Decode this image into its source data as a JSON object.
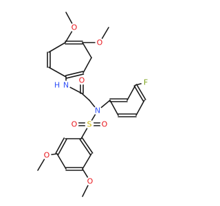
{
  "colors": {
    "bond": "#1a1a1a",
    "O": "#e8161c",
    "N": "#3050f8",
    "S": "#c8b400",
    "F": "#7ca31b",
    "H": "#3050f8"
  },
  "labels": {
    "o_top": "O",
    "o_top2": "O",
    "nh": "N",
    "nh_h": "H",
    "o_amide": "O",
    "n_sulf": "N",
    "f": "F",
    "s": "S",
    "o_s_left": "O",
    "o_s_right": "O",
    "o_bot1": "O",
    "o_bot2": "O"
  }
}
